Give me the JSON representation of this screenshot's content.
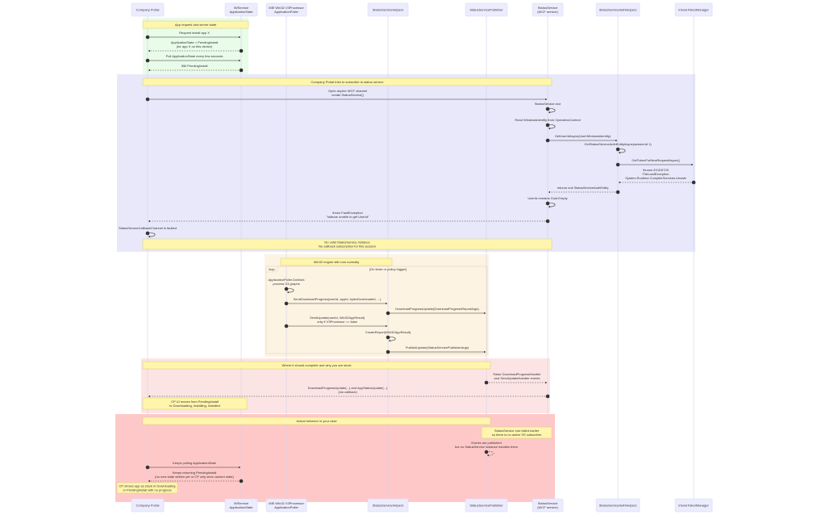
{
  "participants": [
    {
      "id": "cp",
      "label": [
        "Company Portal"
      ]
    },
    {
      "id": "iw",
      "label": [
        "IWService",
        "ApplicationState"
      ]
    },
    {
      "id": "ime",
      "label": [
        "IME Win32 V3Processor",
        "ApplicationPoller"
      ]
    },
    {
      "id": "ssh",
      "label": [
        "StatusServiceHelpers"
      ]
    },
    {
      "id": "pub",
      "label": [
        "StatusServicePublisher"
      ]
    },
    {
      "id": "ss",
      "label": [
        "StatusService",
        "(WCF service)"
      ]
    },
    {
      "id": "auth",
      "label": [
        "StatusServiceAuthHelpers"
      ]
    },
    {
      "id": "tok",
      "label": [
        "IntuneTokenManager"
      ]
    }
  ],
  "notes": [
    {
      "text": [
        "App request and server state"
      ]
    },
    {
      "text": [
        "Company Portal tries to subscribe to status service"
      ]
    },
    {
      "text": [
        "No valid StatusService instance",
        "No callback subscription for this session"
      ]
    },
    {
      "text": [
        "Win32 engine still runs normally"
      ]
    },
    {
      "text": [
        "Where it should complete and why you are stuck"
      ]
    },
    {
      "text": [
        "CP UI moves from PendingInstall",
        "to Downloading, Installing, Installed"
      ]
    },
    {
      "text": [
        "Actual behavior in your case"
      ]
    },
    {
      "text": [
        "StatusService ctor failed earlier",
        "so there is no active SS subscriber"
      ]
    },
    {
      "text": [
        "CP shows app as stuck in Downloading",
        "or PendingInstall with no progress"
      ]
    }
  ],
  "loop": {
    "keyword": "loop",
    "condition": "[On timer or policy trigger]"
  },
  "messages": [
    {
      "from": "cp",
      "to": "iw",
      "dashed": false,
      "text": [
        "Request install app X"
      ]
    },
    {
      "from": "iw",
      "to": "cp",
      "dashed": true,
      "text": [
        "ApplicationState = PendingInstall",
        "(for app X on this device)"
      ]
    },
    {
      "from": "cp",
      "to": "iw",
      "dashed": false,
      "text": [
        "Poll ApplicationState every few seconds"
      ]
    },
    {
      "from": "iw",
      "to": "cp",
      "dashed": true,
      "text": [
        "Still PendingInstall"
      ]
    },
    {
      "from": "cp",
      "to": "ss",
      "dashed": false,
      "text": [
        "Open duplex WCF channel",
        "create StatusService()"
      ]
    },
    {
      "from": "ss",
      "to": "ss",
      "dashed": false,
      "text": [
        "StatusService ctor"
      ]
    },
    {
      "from": "ss",
      "to": "ss",
      "dashed": false,
      "text": [
        "Read WindowsIdentity from OperationContext"
      ]
    },
    {
      "from": "ss",
      "to": "auth",
      "dashed": false,
      "text": [
        "GetUserIdAsync(UserWindowsIdentity)"
      ]
    },
    {
      "from": "auth",
      "to": "auth",
      "dashed": false,
      "text": [
        "GetStatusServiceAuthEntityAsync(sessionId 1)"
      ]
    },
    {
      "from": "auth",
      "to": "tok",
      "dashed": false,
      "text": [
        "GetTokenForNewRequestAsync()"
      ]
    },
    {
      "from": "tok",
      "to": "auth",
      "dashed": true,
      "text": [
        "throws 0X1D0729",
        "FileLoadException",
        "System.Runtime.CompilerServices.Unsafe"
      ]
    },
    {
      "from": "auth",
      "to": "ss",
      "dashed": true,
      "text": [
        "returns null StatusServiceAuthEntity"
      ]
    },
    {
      "from": "ss",
      "to": "ss",
      "dashed": false,
      "text": [
        "UserId remains Guid.Empty"
      ]
    },
    {
      "from": "ss",
      "to": "cp",
      "dashed": true,
      "text": [
        "throw FaultException",
        "\"sidecar unable to get UserId\""
      ]
    },
    {
      "from": "cp",
      "to": "cp",
      "dashed": false,
      "text": [
        "StatusServiceCallbackChannel is faulted"
      ]
    },
    {
      "from": "ime",
      "to": "ime",
      "dashed": false,
      "text": [
        "ApplicationPoller.DoWork",
        "process V3 graphs"
      ]
    },
    {
      "from": "ime",
      "to": "ssh",
      "dashed": false,
      "text": [
        "SendDownloadProgress(userId, appId, bytesDownloaded, ...)"
      ]
    },
    {
      "from": "ssh",
      "to": "pub",
      "dashed": false,
      "text": [
        "DownloadProgressUpdate(DownloadProgressReportArgs)"
      ]
    },
    {
      "from": "ime",
      "to": "ssh",
      "dashed": false,
      "text": [
        "SendUpdate(userId, Win32AppResult)",
        "only if V3Processor == false"
      ]
    },
    {
      "from": "ssh",
      "to": "ssh",
      "dashed": false,
      "text": [
        "CreateReport(Win32AppResult)"
      ]
    },
    {
      "from": "ssh",
      "to": "pub",
      "dashed": false,
      "text": [
        "PublishUpdate(StatusServicePublisherArgs)"
      ]
    },
    {
      "from": "pub",
      "to": "ss",
      "dashed": true,
      "text": [
        "Raise DownloadProgressHandler",
        "and SendUpdateHandler events"
      ]
    },
    {
      "from": "ss",
      "to": "cp",
      "dashed": true,
      "text": [
        "DownloadProgressUpdate(...) and AppStatusUpdate(...)",
        "(via callback)"
      ]
    },
    {
      "from": "pub",
      "to": "pub",
      "dashed": true,
      "text": [
        "Events are published",
        "but no StatusService instance handles them"
      ]
    },
    {
      "from": "cp",
      "to": "iw",
      "dashed": false,
      "text": [
        "Keeps polling ApplicationState"
      ]
    },
    {
      "from": "iw",
      "to": "cp",
      "dashed": true,
      "text": [
        "Keeps returning PendingInstall",
        "(no new state written yet or CP only sees cached state)"
      ]
    }
  ],
  "colors": {
    "actor_fill": "#ececff",
    "actor_stroke": "#d6d6f5",
    "note_fill": "#fff5ad",
    "note_stroke": "#d6cd6e",
    "line": "#333333"
  }
}
